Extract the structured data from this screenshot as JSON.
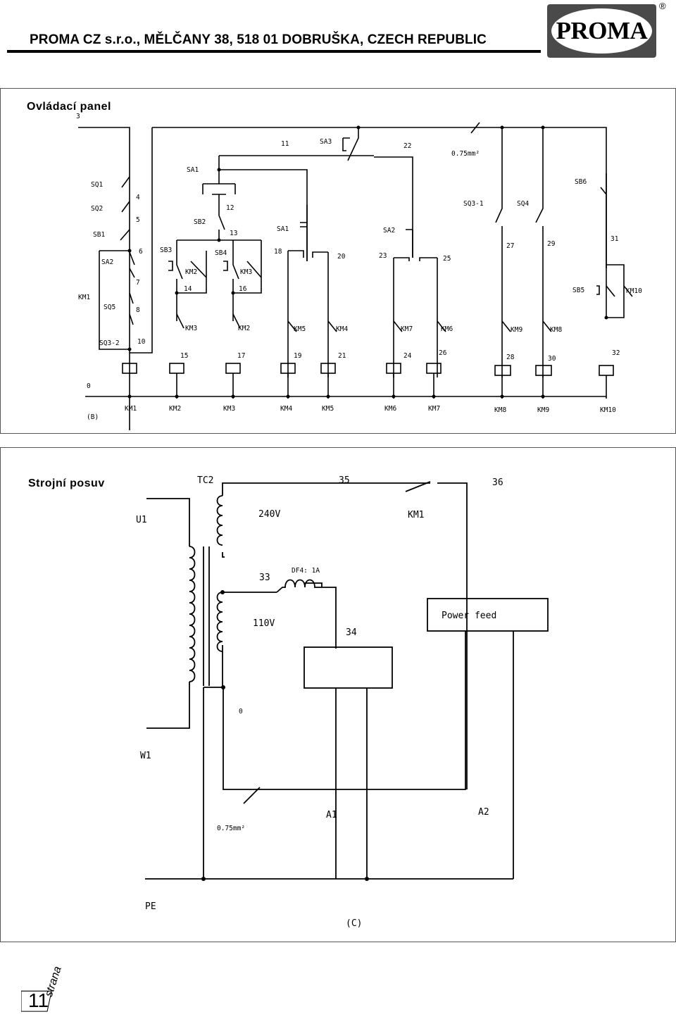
{
  "header": {
    "title": "PROMA CZ s.r.o., MĚLČANY 38, 518 01 DOBRUŠKA, CZECH REPUBLIC",
    "logo_text": "PROMA",
    "registered_mark": "®"
  },
  "panel_control": {
    "title": "Ovládací panel",
    "caption": "(B)",
    "labels": {
      "n3": "3",
      "n4": "4",
      "n5": "5",
      "n6": "6",
      "n7": "7",
      "n8": "8",
      "n10": "10",
      "n0": "0",
      "n11": "11",
      "n12": "12",
      "n13": "13",
      "n14": "14",
      "n16": "16",
      "n18": "18",
      "n20": "20",
      "n22": "22",
      "n23": "23",
      "n25": "25",
      "n27": "27",
      "n29": "29",
      "n31": "31",
      "n15": "15",
      "n17": "17",
      "n19": "19",
      "n21": "21",
      "n24": "24",
      "n26": "26",
      "n28": "28",
      "n30": "30",
      "n32": "32",
      "sq1": "SQ1",
      "sq2": "SQ2",
      "sb1": "SB1",
      "sa2": "SA2",
      "km1_left": "KM1",
      "sq5": "SQ5",
      "sq3_2": "SQ3-2",
      "sa1_top": "SA1",
      "sb2": "SB2",
      "sb3": "SB3",
      "sb4": "SB4",
      "sa3": "SA3",
      "sa1": "SA1",
      "sa2_r": "SA2",
      "sq3_1": "SQ3-1",
      "sq4": "SQ4",
      "sb6": "SB6",
      "sb5": "SB5",
      "wire": "0.75mm²",
      "c_km2": "KM2",
      "c_km3": "KM3",
      "c_km3b": "KM3",
      "c_km2b": "KM2",
      "c_km5": "KM5",
      "c_km4": "KM4",
      "c_km7": "KM7",
      "c_km6": "KM6",
      "c_km9": "KM9",
      "c_km8": "KM8",
      "c_km10": "KM10"
    },
    "coils": [
      "KM1",
      "KM2",
      "KM3",
      "KM4",
      "KM5",
      "KM6",
      "KM7",
      "KM8",
      "KM9",
      "KM10"
    ]
  },
  "panel_feed": {
    "title": "Strojní posuv",
    "caption": "(C)",
    "labels": {
      "tc2": "TC2",
      "n35": "35",
      "n36": "36",
      "u1": "U1",
      "v240": "240V",
      "km1": "KM1",
      "fuse": "DF4: 1A",
      "n33": "33",
      "v110": "110V",
      "n34": "34",
      "power_feed": "Power feed",
      "n0": "0",
      "w1": "W1",
      "wire": "0.75mm²",
      "a1": "A1",
      "a2": "A2",
      "pe": "PE"
    }
  },
  "footer": {
    "page_number": "11",
    "page_word": "strana"
  }
}
